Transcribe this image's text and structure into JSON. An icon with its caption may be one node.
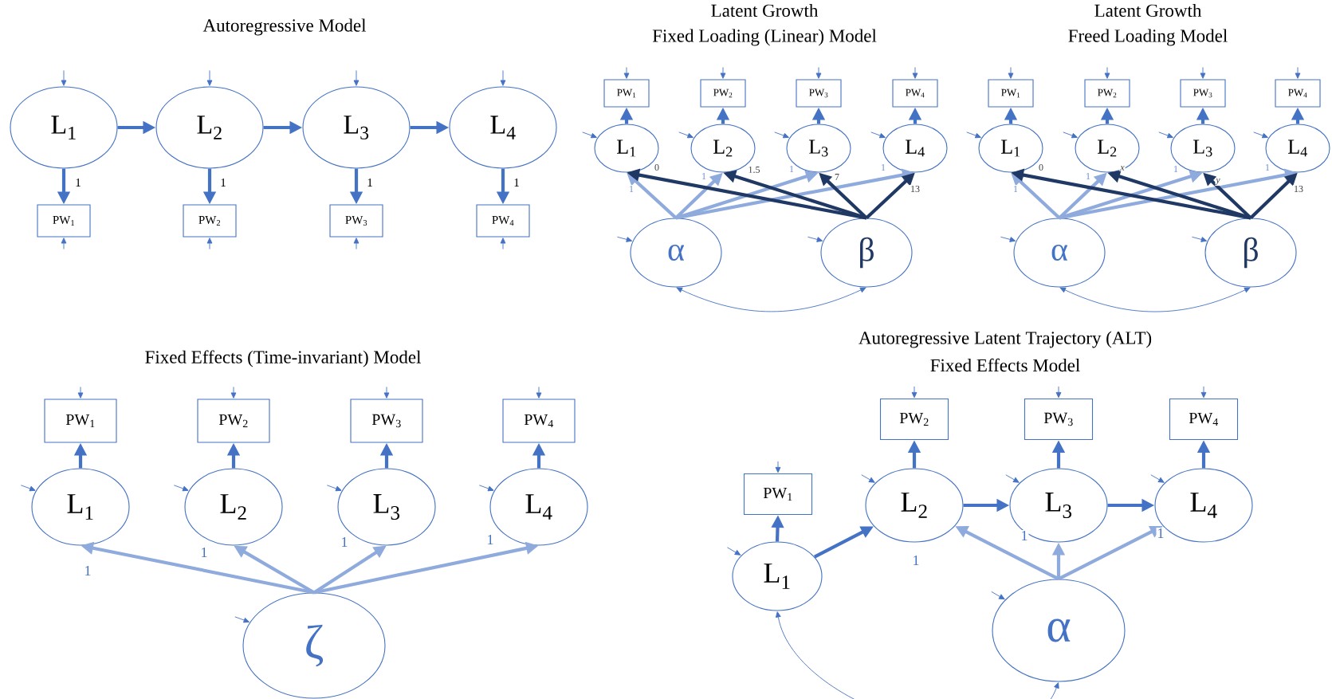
{
  "diagram": {
    "nodes": [
      {
        "text": [
          "L$_{1}$"
        ]
      },
      {
        "text": [
          "L$_{2}$"
        ]
      },
      {
        "text": [
          "L$_{3}$"
        ]
      },
      {
        "text": [
          "L$_{4}$"
        ]
      },
      {
        "text": [
          "PW$_{1}$"
        ]
      },
      {
        "text": [
          "PW$_{2}$"
        ]
      },
      {
        "text": [
          "PW$_{3}$"
        ]
      },
      {
        "text": [
          "PW$_{4}$"
        ]
      },
      {
        "text": [
          "PW$_{1}$"
        ]
      },
      {
        "text": [
          "PW$_{2}$"
        ]
      },
      {
        "text": [
          "PW$_{3}$"
        ]
      },
      {
        "text": [
          "PW$_{4}$"
        ]
      },
      {
        "text": [
          "L$_{1}$"
        ]
      },
      {
        "text": [
          "L$_{2}$"
        ]
      },
      {
        "text": [
          "L$_{3}$"
        ]
      },
      {
        "text": [
          "L$_{4}$"
        ]
      },
      {
        "text": [
          "α"
        ]
      },
      {
        "text": [
          "β"
        ]
      },
      {
        "text": [
          "PW$_{1}$"
        ]
      },
      {
        "text": [
          "PW$_{2}$"
        ]
      },
      {
        "text": [
          "PW$_{3}$"
        ]
      },
      {
        "text": [
          "PW$_{4}$"
        ]
      },
      {
        "text": [
          "L$_{1}$"
        ]
      },
      {
        "text": [
          "L$_{2}$"
        ]
      },
      {
        "text": [
          "L$_{3}$"
        ]
      },
      {
        "text": [
          "L$_{4}$"
        ]
      },
      {
        "text": [
          "α"
        ]
      },
      {
        "text": [
          "β"
        ]
      },
      {
        "text": [
          "PW$_{1}$"
        ]
      },
      {
        "text": [
          "PW$_{2}$"
        ]
      },
      {
        "text": [
          "PW$_{3}$"
        ]
      },
      {
        "text": [
          "PW$_{4}$"
        ]
      },
      {
        "text": [
          "L$_{1}$"
        ]
      },
      {
        "text": [
          "L$_{2}$"
        ]
      },
      {
        "text": [
          "L$_{3}$"
        ]
      },
      {
        "text": [
          "L$_{4}$"
        ]
      },
      {
        "text": [
          "ζ"
        ]
      },
      {
        "text": [
          "PW$_{2}$"
        ]
      },
      {
        "text": [
          "PW$_{3}$"
        ]
      },
      {
        "text": [
          "PW$_{4}$"
        ]
      },
      {
        "text": [
          "PW$_{1}$"
        ]
      },
      {
        "text": [
          "L$_{2}$"
        ]
      },
      {
        "text": [
          "L$_{3}$"
        ]
      },
      {
        "text": [
          "L$_{4}$"
        ]
      },
      {
        "text": [
          "L$_{1}$"
        ]
      },
      {
        "text": [
          "α"
        ]
      }
    ],
    "edges": [
      {
        "from": 0,
        "to": 1,
        "arrow": "to",
        "style": "thick"
      },
      {
        "from": 1,
        "to": 2,
        "arrow": "to",
        "style": "thick"
      },
      {
        "from": 2,
        "to": 3,
        "arrow": "to",
        "style": "thick"
      },
      {
        "from": 0,
        "to": 4,
        "arrow": "to",
        "style": "thick",
        "label": "1"
      },
      {
        "from": 1,
        "to": 5,
        "arrow": "to",
        "style": "thick",
        "label": "1"
      },
      {
        "from": 2,
        "to": 6,
        "arrow": "to",
        "style": "thick",
        "label": "1"
      },
      {
        "from": 3,
        "to": 7,
        "arrow": "to",
        "style": "thick",
        "label": "1"
      },
      {
        "from": 12,
        "to": 8,
        "arrow": "to",
        "style": "thick"
      },
      {
        "from": 13,
        "to": 9,
        "arrow": "to",
        "style": "thick"
      },
      {
        "from": 14,
        "to": 10,
        "arrow": "to",
        "style": "thick"
      },
      {
        "from": 15,
        "to": 11,
        "arrow": "to",
        "style": "thick"
      },
      {
        "from": 16,
        "to": 12,
        "arrow": "to",
        "style": "thick",
        "color": "#8faadc",
        "label": "1"
      },
      {
        "from": 16,
        "to": 13,
        "arrow": "to",
        "style": "thick",
        "color": "#8faadc",
        "label": "1"
      },
      {
        "from": 16,
        "to": 14,
        "arrow": "to",
        "style": "thick",
        "color": "#8faadc",
        "label": "1"
      },
      {
        "from": 16,
        "to": 15,
        "arrow": "to",
        "style": "thick",
        "color": "#8faadc",
        "label": "1"
      },
      {
        "from": 17,
        "to": 12,
        "arrow": "to",
        "style": "thick",
        "color": "#1f3864",
        "label": "0"
      },
      {
        "from": 17,
        "to": 13,
        "arrow": "to",
        "style": "thick",
        "color": "#1f3864",
        "label": "1.5"
      },
      {
        "from": 17,
        "to": 14,
        "arrow": "to",
        "style": "thick",
        "color": "#1f3864",
        "label": "7"
      },
      {
        "from": 17,
        "to": 15,
        "arrow": "to",
        "style": "thick",
        "color": "#1f3864",
        "label": "13"
      },
      {
        "from": 16,
        "to": 17,
        "arrow": "both"
      },
      {
        "from": 22,
        "to": 18,
        "arrow": "to",
        "style": "thick"
      },
      {
        "from": 23,
        "to": 19,
        "arrow": "to",
        "style": "thick"
      },
      {
        "from": 24,
        "to": 20,
        "arrow": "to",
        "style": "thick"
      },
      {
        "from": 25,
        "to": 21,
        "arrow": "to",
        "style": "thick"
      },
      {
        "from": 26,
        "to": 22,
        "arrow": "to",
        "style": "thick",
        "color": "#8faadc",
        "label": "1"
      },
      {
        "from": 26,
        "to": 23,
        "arrow": "to",
        "style": "thick",
        "color": "#8faadc",
        "label": "1"
      },
      {
        "from": 26,
        "to": 24,
        "arrow": "to",
        "style": "thick",
        "color": "#8faadc",
        "label": "1"
      },
      {
        "from": 26,
        "to": 25,
        "arrow": "to",
        "style": "thick",
        "color": "#8faadc",
        "label": "1"
      },
      {
        "from": 27,
        "to": 22,
        "arrow": "to",
        "style": "thick",
        "color": "#1f3864",
        "label": "0"
      },
      {
        "from": 27,
        "to": 23,
        "arrow": "to",
        "style": "thick",
        "color": "#1f3864",
        "label": "x"
      },
      {
        "from": 27,
        "to": 24,
        "arrow": "to",
        "style": "thick",
        "color": "#1f3864",
        "label": "y"
      },
      {
        "from": 27,
        "to": 25,
        "arrow": "to",
        "style": "thick",
        "color": "#1f3864",
        "label": "13"
      },
      {
        "from": 26,
        "to": 27,
        "arrow": "both"
      },
      {
        "from": 32,
        "to": 28,
        "arrow": "to",
        "style": "thick"
      },
      {
        "from": 33,
        "to": 29,
        "arrow": "to",
        "style": "thick"
      },
      {
        "from": 34,
        "to": 30,
        "arrow": "to",
        "style": "thick"
      },
      {
        "from": 35,
        "to": 31,
        "arrow": "to",
        "style": "thick"
      },
      {
        "from": 36,
        "to": 32,
        "arrow": "to",
        "style": "thick",
        "color": "#8faadc",
        "label": "1"
      },
      {
        "from": 36,
        "to": 33,
        "arrow": "to",
        "style": "thick",
        "color": "#8faadc",
        "label": "1"
      },
      {
        "from": 36,
        "to": 34,
        "arrow": "to",
        "style": "thick",
        "color": "#8faadc",
        "label": "1"
      },
      {
        "from": 36,
        "to": 35,
        "arrow": "to",
        "style": "thick",
        "color": "#8faadc",
        "label": "1"
      },
      {
        "from": 44,
        "to": 40,
        "arrow": "to",
        "style": "thick"
      },
      {
        "from": 41,
        "to": 37,
        "arrow": "to",
        "style": "thick"
      },
      {
        "from": 42,
        "to": 38,
        "arrow": "to",
        "style": "thick"
      },
      {
        "from": 43,
        "to": 39,
        "arrow": "to",
        "style": "thick"
      },
      {
        "from": 44,
        "to": 41,
        "arrow": "to",
        "style": "thick"
      },
      {
        "from": 41,
        "to": 42,
        "arrow": "to",
        "style": "thick"
      },
      {
        "from": 42,
        "to": 43,
        "arrow": "to",
        "style": "thick"
      },
      {
        "from": 45,
        "to": 41,
        "arrow": "to",
        "style": "thick",
        "color": "#8faadc",
        "label": "1"
      },
      {
        "from": 45,
        "to": 42,
        "arrow": "to",
        "style": "thick",
        "color": "#8faadc",
        "label": "1"
      },
      {
        "from": 45,
        "to": 43,
        "arrow": "to",
        "style": "thick",
        "color": "#8faadc",
        "label": "1"
      },
      {
        "from": 44,
        "to": 45,
        "arrow": "both"
      },
      {
        "from": null,
        "to": 0,
        "arrow": "to"
      },
      {
        "from": null,
        "to": 1,
        "arrow": "to"
      },
      {
        "from": null,
        "to": 2,
        "arrow": "to"
      },
      {
        "from": null,
        "to": 3,
        "arrow": "to"
      },
      {
        "from": null,
        "to": 4,
        "arrow": "to"
      },
      {
        "from": null,
        "to": 5,
        "arrow": "to"
      },
      {
        "from": null,
        "to": 6,
        "arrow": "to"
      },
      {
        "from": null,
        "to": 7,
        "arrow": "to"
      },
      {
        "from": null,
        "to": 8,
        "arrow": "to"
      },
      {
        "from": null,
        "to": 9,
        "arrow": "to"
      },
      {
        "from": null,
        "to": 10,
        "arrow": "to"
      },
      {
        "from": null,
        "to": 11,
        "arrow": "to"
      },
      {
        "from": null,
        "to": 12,
        "arrow": "to"
      },
      {
        "from": null,
        "to": 13,
        "arrow": "to"
      },
      {
        "from": null,
        "to": 14,
        "arrow": "to"
      },
      {
        "from": null,
        "to": 15,
        "arrow": "to"
      },
      {
        "from": null,
        "to": 16,
        "arrow": "to"
      },
      {
        "from": null,
        "to": 17,
        "arrow": "to"
      },
      {
        "from": null,
        "to": 18,
        "arrow": "to"
      },
      {
        "from": null,
        "to": 19,
        "arrow": "to"
      },
      {
        "from": null,
        "to": 20,
        "arrow": "to"
      },
      {
        "from": null,
        "to": 21,
        "arrow": "to"
      },
      {
        "from": null,
        "to": 22,
        "arrow": "to"
      },
      {
        "from": null,
        "to": 23,
        "arrow": "to"
      },
      {
        "from": null,
        "to": 24,
        "arrow": "to"
      },
      {
        "from": null,
        "to": 25,
        "arrow": "to"
      },
      {
        "from": null,
        "to": 26,
        "arrow": "to"
      },
      {
        "from": null,
        "to": 27,
        "arrow": "to"
      },
      {
        "from": null,
        "to": 28,
        "arrow": "to"
      },
      {
        "from": null,
        "to": 29,
        "arrow": "to"
      },
      {
        "from": null,
        "to": 30,
        "arrow": "to"
      },
      {
        "from": null,
        "to": 31,
        "arrow": "to"
      },
      {
        "from": null,
        "to": 32,
        "arrow": "to"
      },
      {
        "from": null,
        "to": 33,
        "arrow": "to"
      },
      {
        "from": null,
        "to": 34,
        "arrow": "to"
      },
      {
        "from": null,
        "to": 35,
        "arrow": "to"
      },
      {
        "from": null,
        "to": 36,
        "arrow": "to"
      },
      {
        "from": null,
        "to": 37,
        "arrow": "to"
      },
      {
        "from": null,
        "to": 38,
        "arrow": "to"
      },
      {
        "from": null,
        "to": 39,
        "arrow": "to"
      },
      {
        "from": null,
        "to": 40,
        "arrow": "to"
      },
      {
        "from": null,
        "to": 41,
        "arrow": "to"
      },
      {
        "from": null,
        "to": 42,
        "arrow": "to"
      },
      {
        "from": null,
        "to": 43,
        "arrow": "to"
      },
      {
        "from": null,
        "to": 44,
        "arrow": "to"
      },
      {
        "from": null,
        "to": 45,
        "arrow": "to"
      }
    ],
    "labels": [
      "Autoregressive Model",
      "Latent Growth",
      "Fixed Loading (Linear) Model",
      "Latent Growth",
      "Freed Loading Model",
      "Fixed Effects (Time-invariant) Model",
      "Autoregressive Latent Trajectory (ALT)",
      "Fixed Effects Model"
    ]
  }
}
